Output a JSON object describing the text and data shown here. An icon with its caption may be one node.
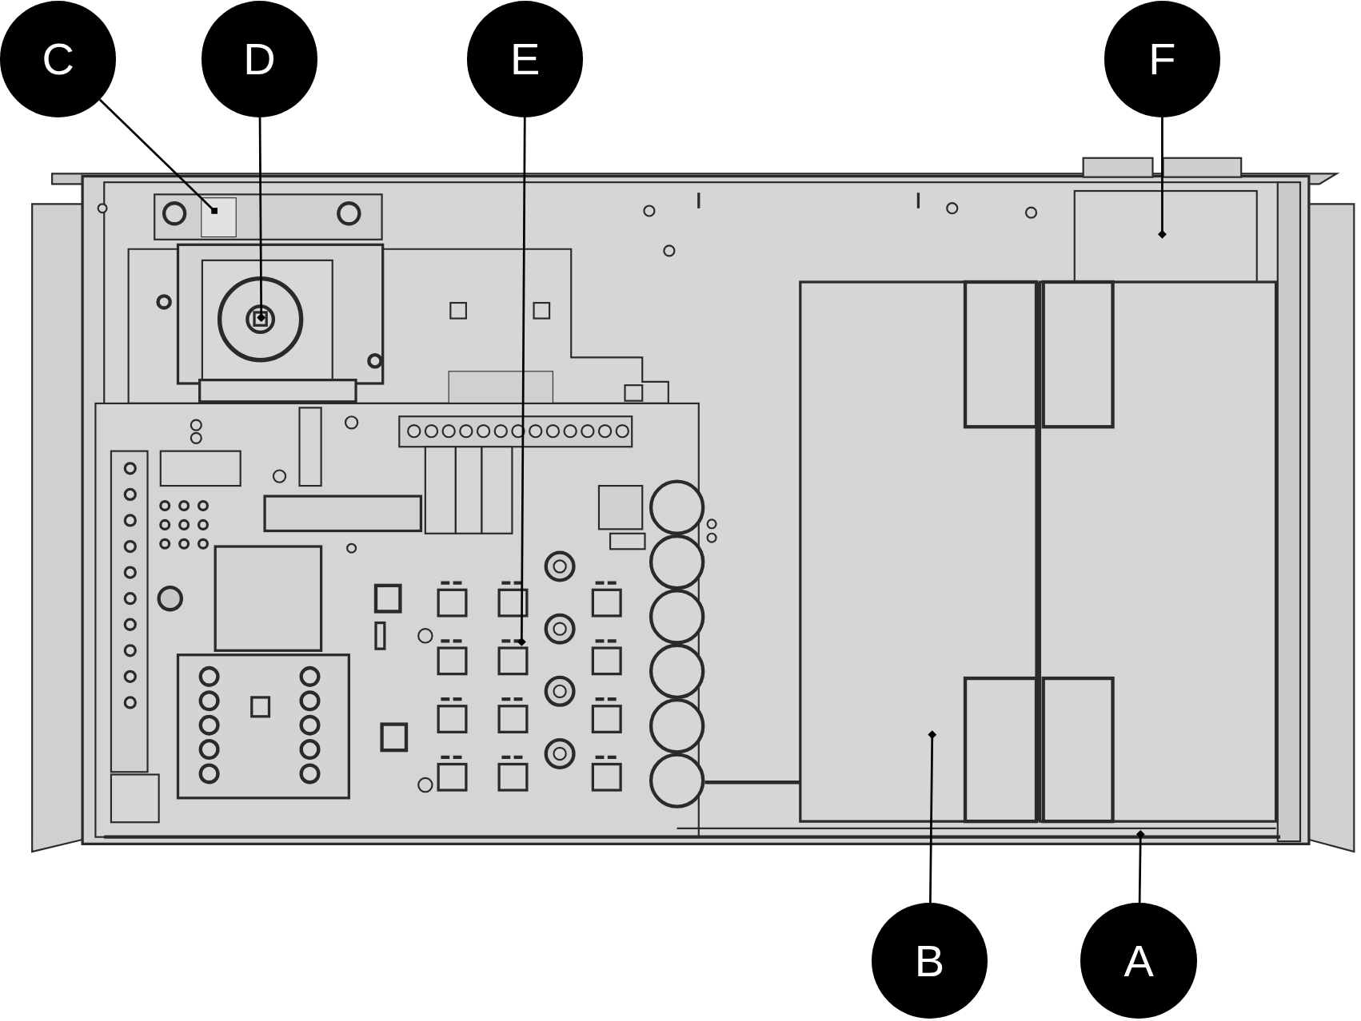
{
  "diagram": {
    "nodes": [
      {
        "text": [
          "C"
        ]
      },
      {
        "text": [
          "D"
        ]
      },
      {
        "text": [
          "E"
        ]
      },
      {
        "text": [
          "F"
        ]
      },
      {
        "text": [
          "B"
        ]
      },
      {
        "text": [
          "A"
        ]
      }
    ],
    "edges": [
      {
        "from": 0,
        "to": null,
        "arrow": "other"
      },
      {
        "from": 1,
        "to": null,
        "arrow": "other"
      },
      {
        "from": 2,
        "to": null,
        "arrow": "other"
      },
      {
        "from": 3,
        "to": null,
        "arrow": "other"
      },
      {
        "from": 4,
        "to": null,
        "arrow": "other"
      },
      {
        "from": 5,
        "to": null,
        "arrow": "other"
      }
    ]
  }
}
